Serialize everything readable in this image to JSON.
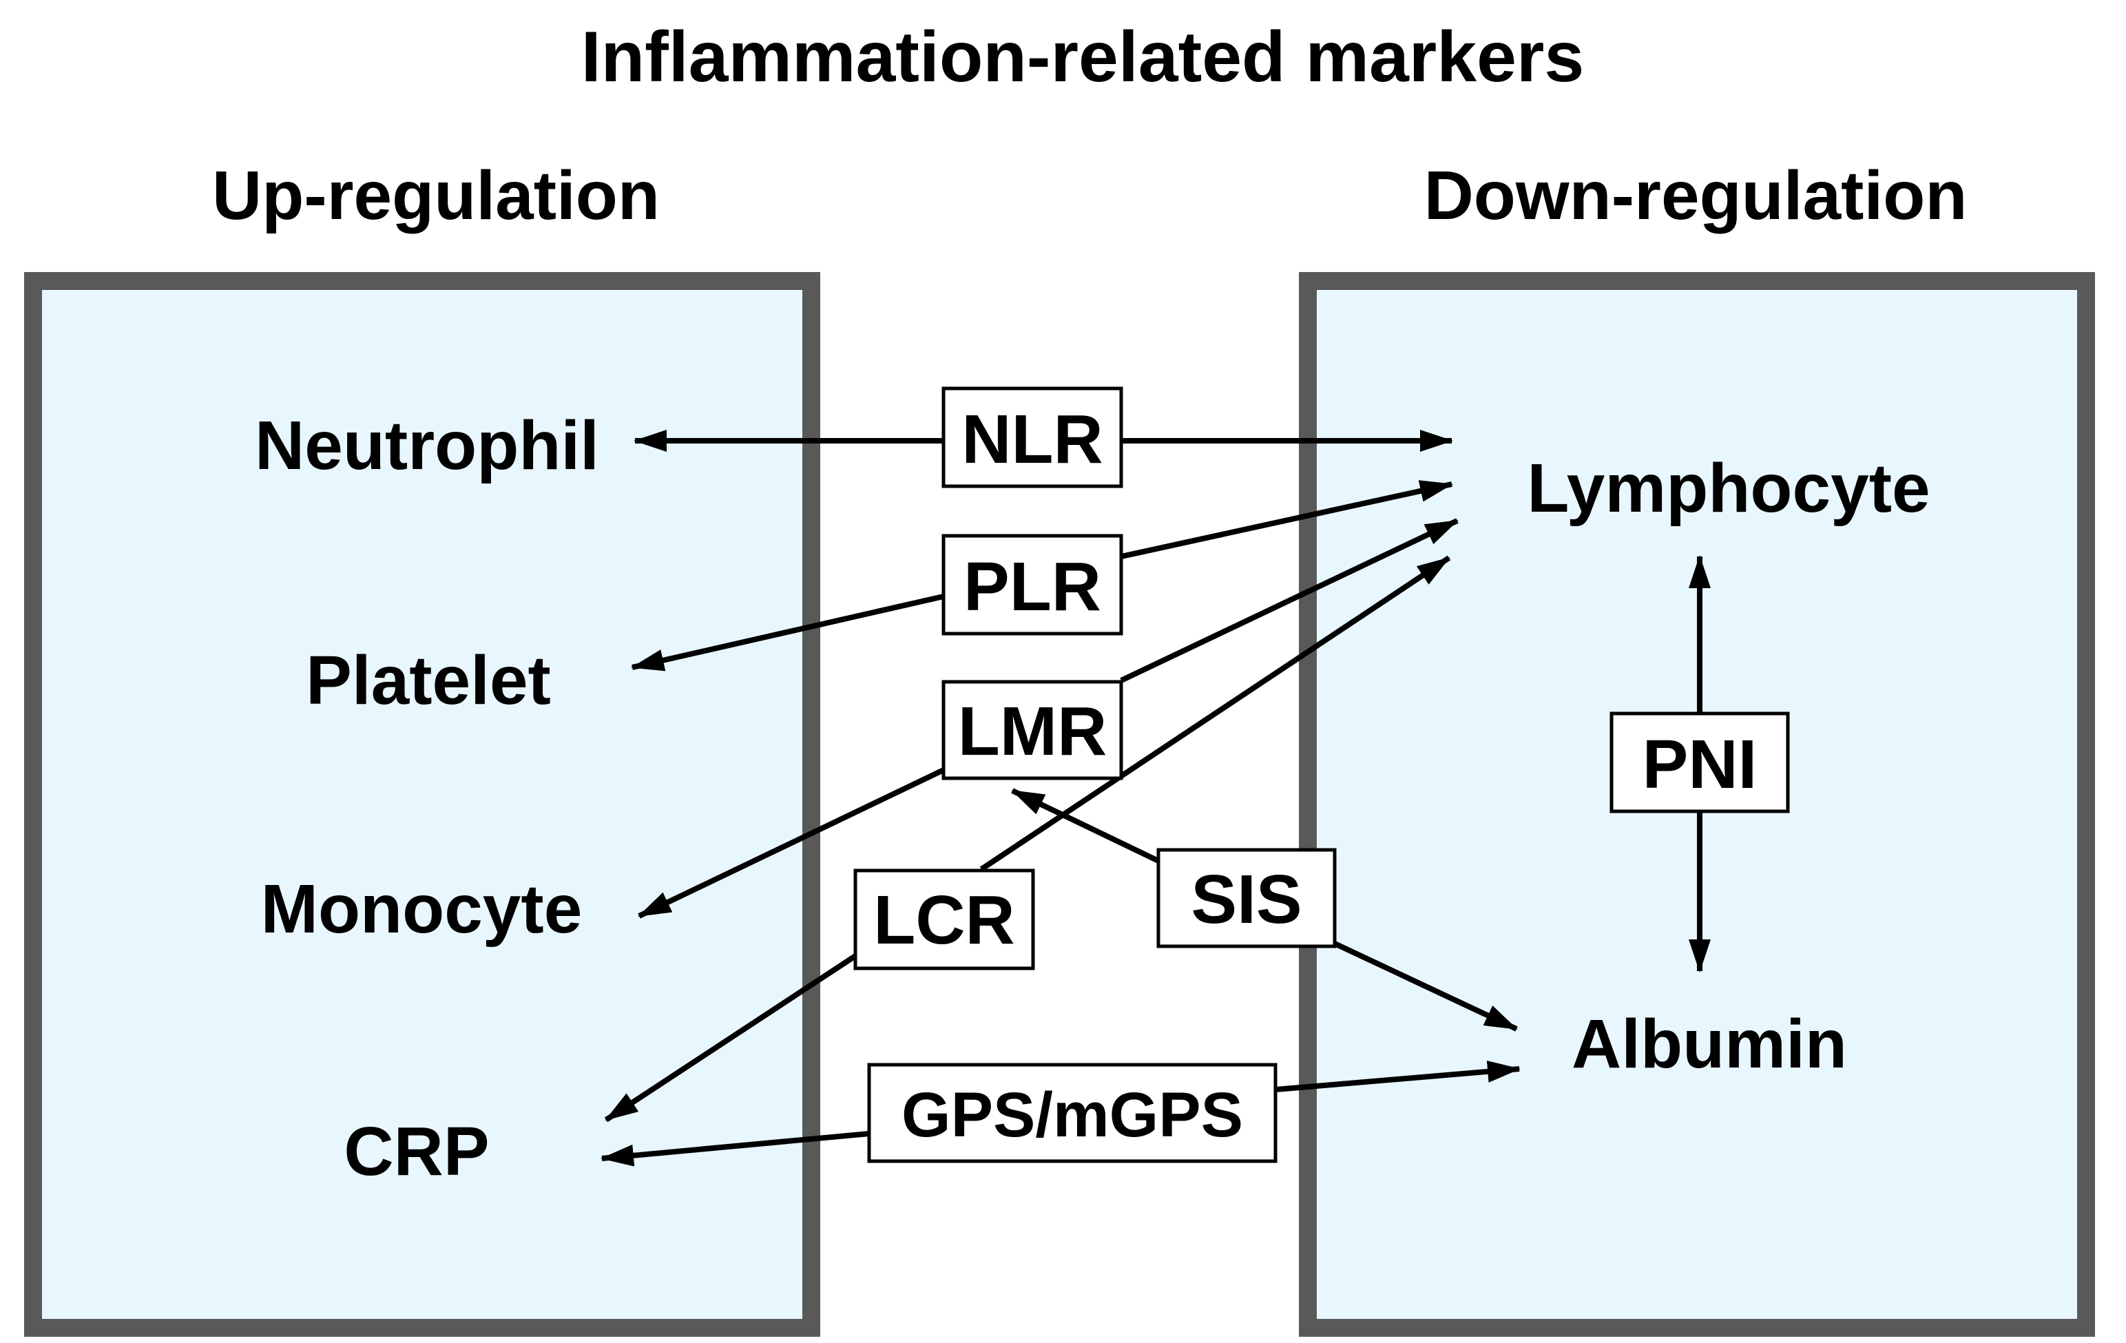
{
  "title": "Inflammation-related markers",
  "colors": {
    "panel_fill": "#e8f7fd",
    "panel_border": "#595959",
    "text": "#000000",
    "box_fill": "#ffffff",
    "arrow": "#000000"
  },
  "panels": {
    "up": {
      "heading": "Up-regulation",
      "items": {
        "neutrophil": "Neutrophil",
        "platelet": "Platelet",
        "monocyte": "Monocyte",
        "crp": "CRP"
      }
    },
    "down": {
      "heading": "Down-regulation",
      "items": {
        "lymphocyte": "Lymphocyte",
        "albumin": "Albumin"
      }
    }
  },
  "markers": {
    "nlr": "NLR",
    "plr": "PLR",
    "lmr": "LMR",
    "lcr": "LCR",
    "sis": "SIS",
    "pni": "PNI",
    "gps": "GPS/mGPS"
  }
}
